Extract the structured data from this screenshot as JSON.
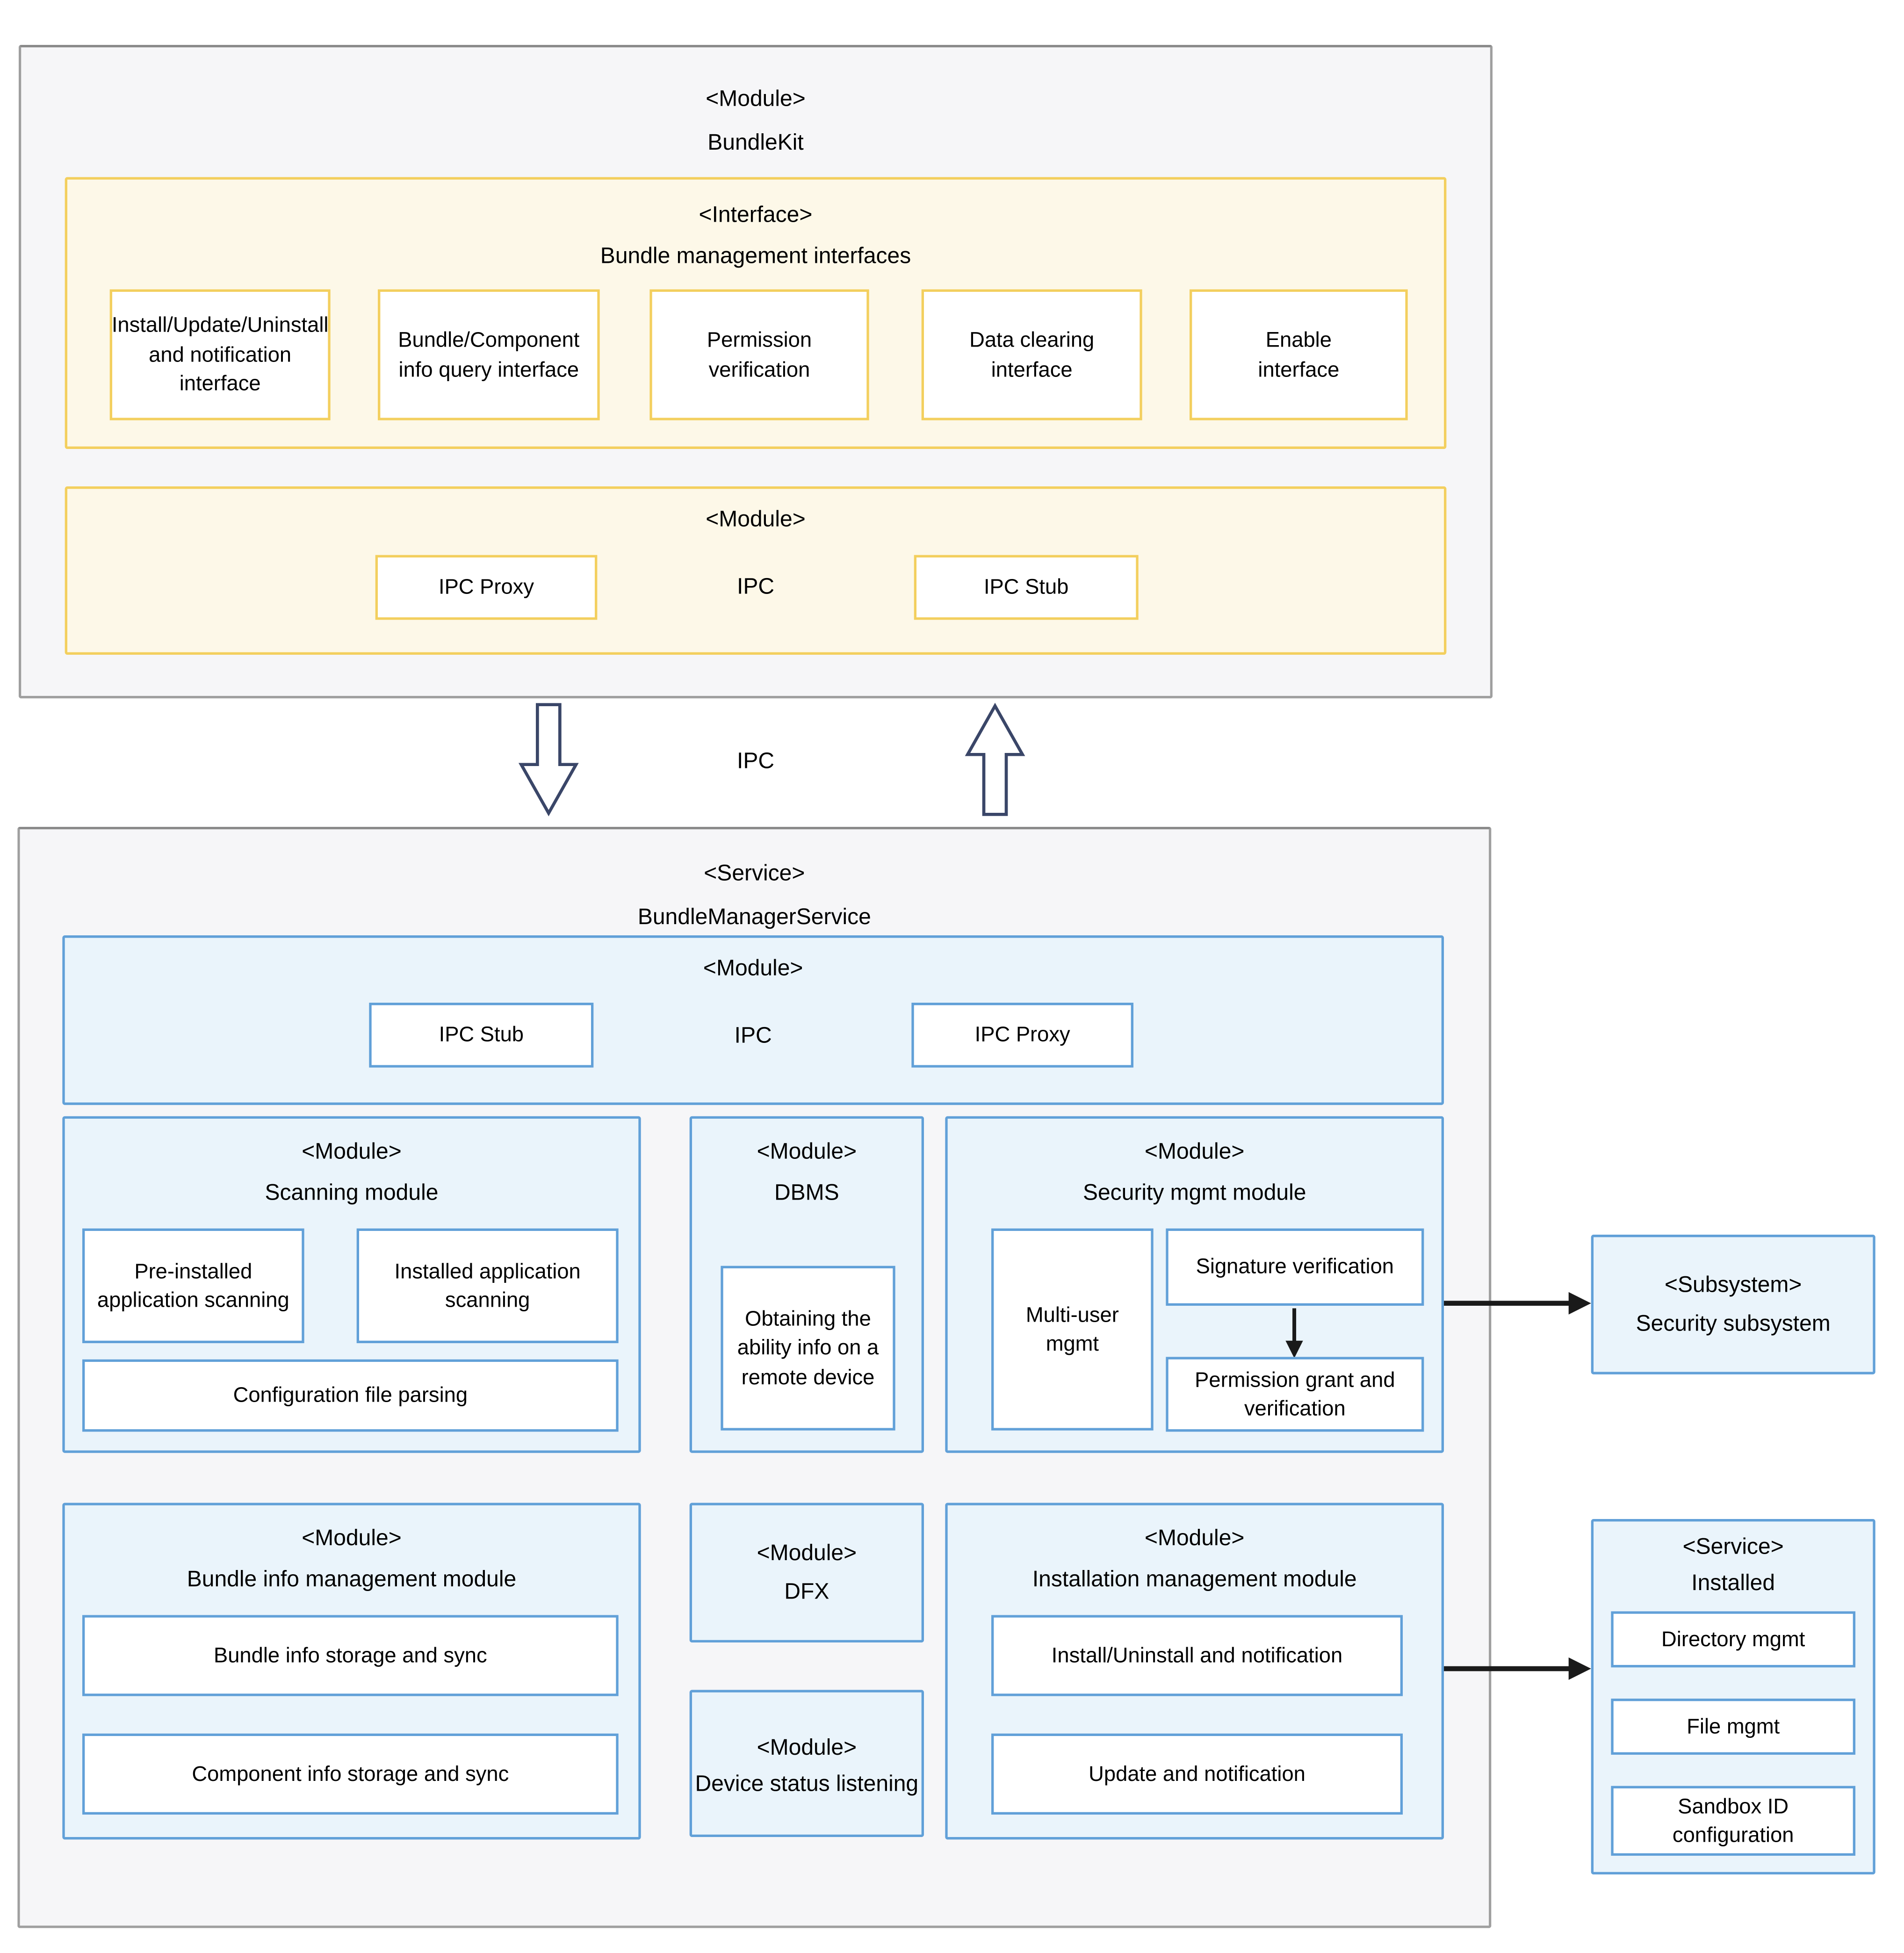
{
  "bundlekit": {
    "type": "<Module>",
    "name": "BundleKit",
    "interfaces": {
      "type": "<Interface>",
      "name": "Bundle management interfaces",
      "items": [
        "Install/Update/Uninstall and notification interface",
        "Bundle/Component info query interface",
        "Permission verification",
        "Data clearing interface",
        "Enable interface"
      ]
    },
    "ipc": {
      "type": "<Module>",
      "name": "IPC",
      "left": "IPC Proxy",
      "right": "IPC Stub"
    }
  },
  "connector": {
    "label": "IPC"
  },
  "service": {
    "type": "<Service>",
    "name": "BundleManagerService",
    "ipc": {
      "type": "<Module>",
      "name": "IPC",
      "left": "IPC Stub",
      "right": "IPC Proxy"
    },
    "scanning": {
      "type": "<Module>",
      "name": "Scanning module",
      "items": [
        "Pre-installed application scanning",
        "Installed application scanning",
        "Configuration file parsing"
      ]
    },
    "dbms": {
      "type": "<Module>",
      "name": "DBMS",
      "items": [
        "Obtaining the ability info on a remote device"
      ]
    },
    "security": {
      "type": "<Module>",
      "name": "Security mgmt module",
      "multi_user": "Multi-user mgmt",
      "signature": "Signature verification",
      "permission": "Permission grant and verification"
    },
    "bundle_info": {
      "type": "<Module>",
      "name": "Bundle info management module",
      "items": [
        "Bundle info storage and sync",
        "Component info storage and sync"
      ]
    },
    "dfx": {
      "type": "<Module>",
      "name": "DFX"
    },
    "device_status": {
      "type": "<Module>",
      "name": "Device status listening"
    },
    "installation": {
      "type": "<Module>",
      "name": "Installation management module",
      "items": [
        "Install/Uninstall and notification",
        "Update and notification"
      ]
    }
  },
  "external": {
    "security_subsystem": {
      "type": "<Subsystem>",
      "name": "Security subsystem"
    },
    "installed": {
      "type": "<Service>",
      "name": "Installed",
      "items": [
        "Directory mgmt",
        "File mgmt",
        "Sandbox ID configuration"
      ]
    }
  },
  "colors": {
    "outer_bg": "#f6f6f8",
    "outer_border": "#9f9f9f",
    "yellow_bg": "#fdf8e8",
    "yellow_border": "#f3cf5e",
    "blue_bg": "#eaf4fb",
    "blue_border": "#61a0d8",
    "hollow_arrow_outline": "#3a4668",
    "black_arrow": "#1a1a1a"
  }
}
